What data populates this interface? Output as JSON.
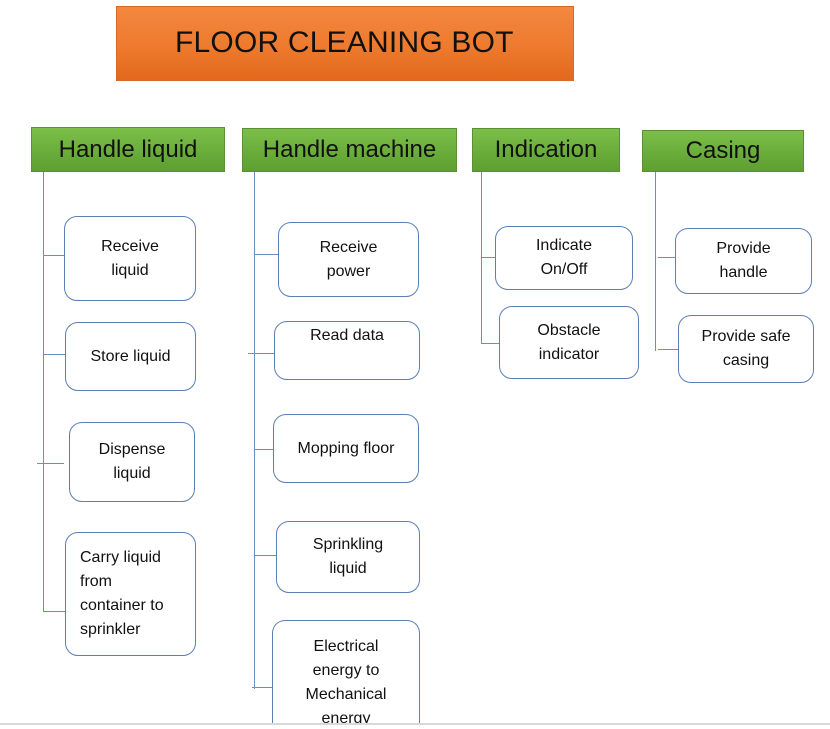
{
  "title": "FLOOR CLEANING BOT",
  "categories": [
    {
      "label": "Handle liquid",
      "items": [
        "Receive\nliquid",
        "Store liquid",
        "Dispense\nliquid",
        "Carry liquid\nfrom\ncontainer to\nsprinkler"
      ]
    },
    {
      "label": "Handle machine",
      "items": [
        "Receive\npower",
        "Read data",
        "Mopping floor",
        "Sprinkling\nliquid",
        "Electrical\nenergy to\nMechanical\nenergy"
      ]
    },
    {
      "label": "Indication",
      "items": [
        "Indicate\nOn/Off",
        "Obstacle\nindicator"
      ]
    },
    {
      "label": "Casing",
      "items": [
        "Provide\nhandle",
        "Provide safe\ncasing"
      ]
    }
  ]
}
